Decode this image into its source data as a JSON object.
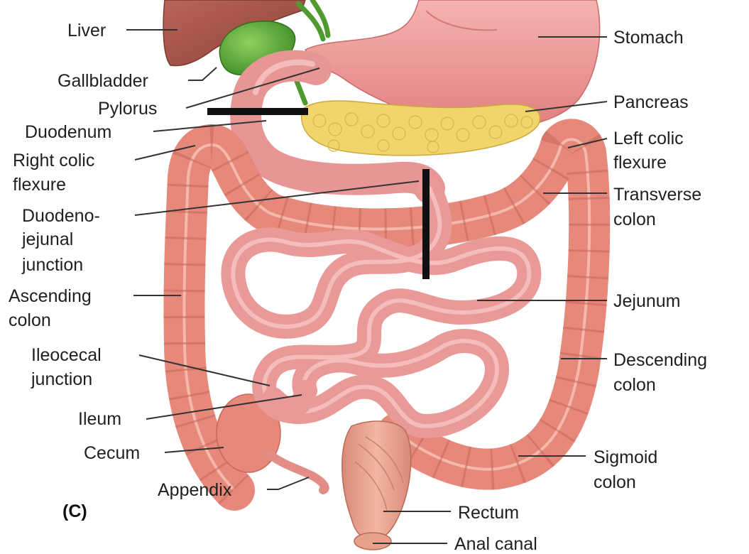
{
  "panel_label": "(C)",
  "labels": {
    "liver": "Liver",
    "gallbladder": "Gallbladder",
    "pylorus": "Pylorus",
    "duodenum": "Duodenum",
    "right_colic_flexure_1": "Right colic",
    "right_colic_flexure_2": "flexure",
    "duodenojejunal_1": "Duodeno-",
    "duodenojejunal_2": "jejunal",
    "duodenojejunal_3": "junction",
    "ascending_colon_1": "Ascending",
    "ascending_colon_2": "colon",
    "ileocecal_1": "Ileocecal",
    "ileocecal_2": "junction",
    "ileum": "Ileum",
    "cecum": "Cecum",
    "appendix": "Appendix",
    "stomach": "Stomach",
    "pancreas": "Pancreas",
    "left_colic_flexure_1": "Left colic",
    "left_colic_flexure_2": "flexure",
    "transverse_colon_1": "Transverse",
    "transverse_colon_2": "colon",
    "jejunum": "Jejunum",
    "descending_colon_1": "Descending",
    "descending_colon_2": "colon",
    "sigmoid_colon_1": "Sigmoid",
    "sigmoid_colon_2": "colon",
    "rectum": "Rectum",
    "anal_canal": "Anal canal"
  },
  "colors": {
    "colon": "#e6887a",
    "colon_dark": "#c9675c",
    "small_intestine": "#e99a98",
    "small_intestine_dark": "#c97271",
    "stomach": "#ef9a99",
    "liver": "#a9564a",
    "gallbladder": "#5fae3a",
    "pancreas": "#f1d56b",
    "rectum": "#e8a08a",
    "marker": "#111111"
  }
}
